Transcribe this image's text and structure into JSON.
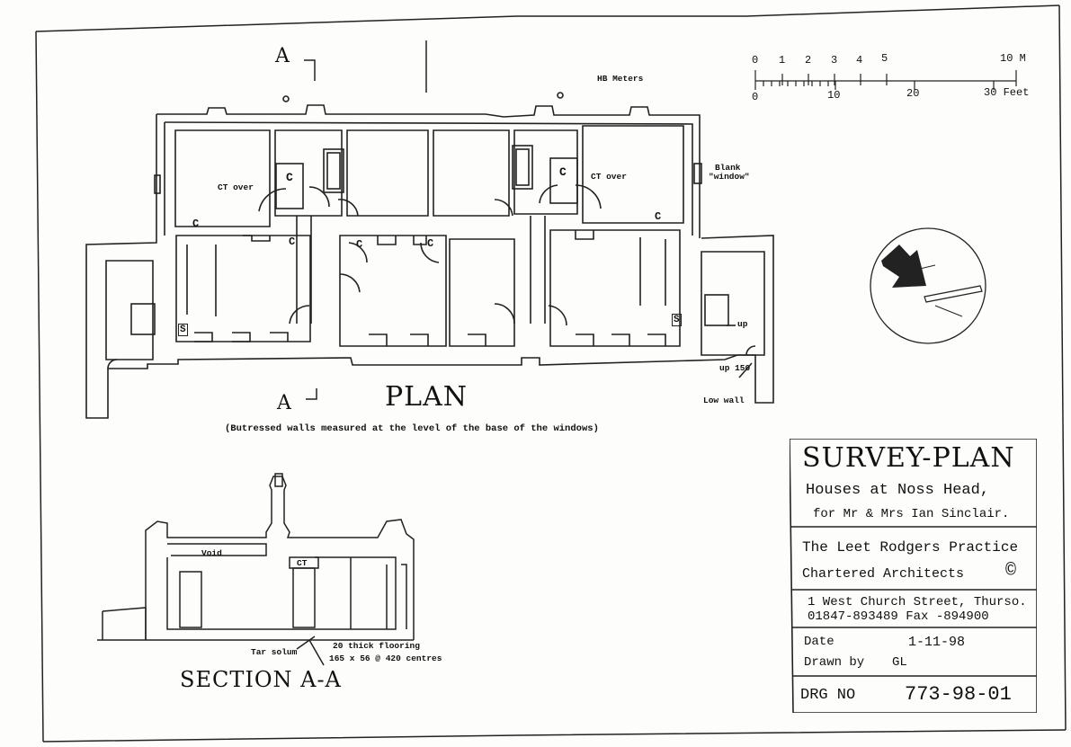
{
  "labels": {
    "section_marker_top": "A",
    "section_marker_bottom": "A",
    "hb_meters": "HB Meters",
    "ct_over_left": "CT over",
    "ct_over_right": "CT over",
    "cupboard": "C",
    "sink": "S",
    "blank_window_1": "Blank",
    "blank_window_2": "\"window\"",
    "up": "up",
    "up_150": "up 150",
    "low_wall": "Low wall",
    "plan_title": "PLAN",
    "plan_note": "(Butressed walls measured at the level of the base of the windows)",
    "section_title": "SECTION A-A",
    "void": "Void",
    "ct": "CT",
    "tar_solum": "Tar solum",
    "flooring_1": "20 thick flooring",
    "flooring_2": "165 x 56 @ 420 centres"
  },
  "scale_bar": {
    "metres": [
      "0",
      "1",
      "2",
      "3",
      "4",
      "5",
      "10 M"
    ],
    "feet": [
      "0",
      "10",
      "20",
      "30 Feet"
    ]
  },
  "title_block": {
    "title": "SURVEY-PLAN",
    "project_1": "Houses at Noss Head,",
    "project_2": "for Mr & Mrs Ian Sinclair.",
    "practice_1": "The Leet Rodgers Practice",
    "practice_2": "Chartered Architects",
    "copyright": "©",
    "address_1": "1 West Church Street, Thurso.",
    "address_2": "01847-893489 Fax -894900",
    "date_label": "Date",
    "date_value": "1-11-98",
    "drawn_label": "Drawn by",
    "drawn_value": "GL",
    "drg_label": "DRG NO",
    "drg_value": "773-98-01"
  }
}
